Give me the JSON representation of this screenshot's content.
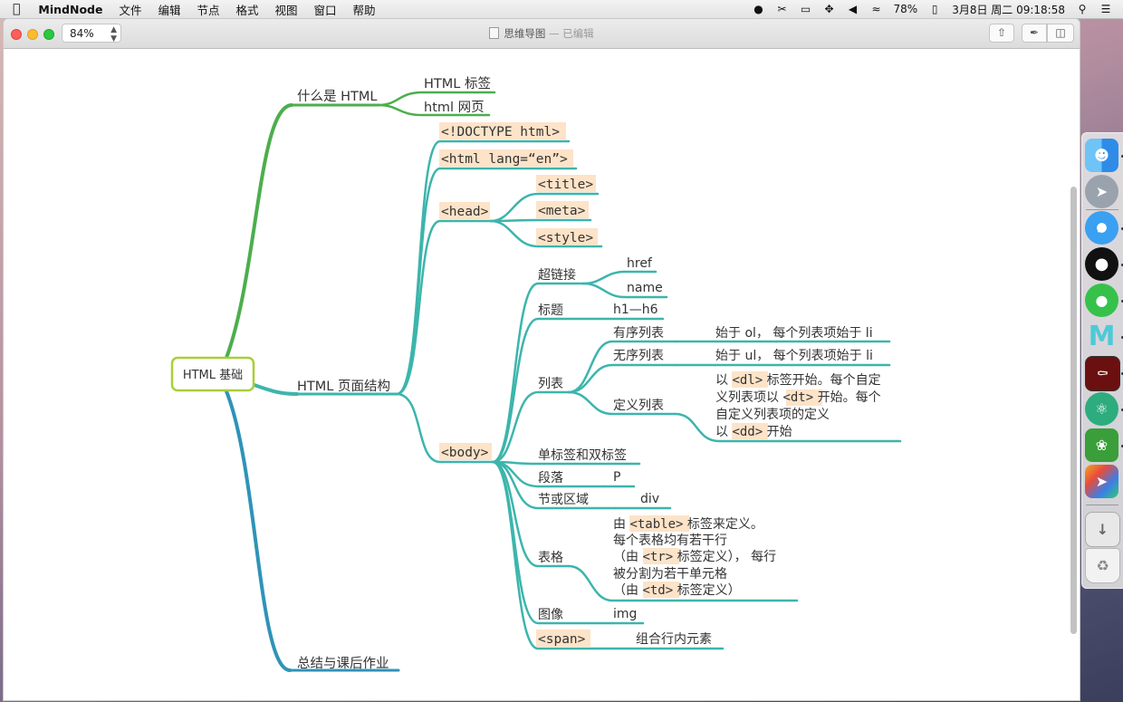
{
  "menubar": {
    "apple": "",
    "app_name": "MindNode",
    "menus": [
      "文件",
      "编辑",
      "节点",
      "格式",
      "视图",
      "窗口",
      "帮助"
    ],
    "battery": "78%",
    "datetime": "3月8日 周二  09:18:58"
  },
  "toolbar": {
    "zoom": "84%",
    "doc_title": "思维导图",
    "doc_status": "— 已编辑"
  },
  "mindmap": {
    "root": "HTML 基础",
    "b1": "什么是 HTML",
    "b1_c1": "HTML 标签",
    "b1_c2": "html 网页",
    "b2": "HTML 页面结构",
    "doctype": "<!DOCTYPE html>",
    "html_lang": "<html lang=“en”>",
    "head": "<head>",
    "title": "<title>",
    "meta": "<meta>",
    "style": "<style>",
    "body": "<body>",
    "hyperlink": "超链接",
    "href": "href",
    "name": "name",
    "heading": "标题",
    "h1h6": "h1—h6",
    "list": "列表",
    "ol": "有序列表",
    "ol_desc": "始于 ol， 每个列表项始于 li",
    "ul": "无序列表",
    "ul_desc": "始于 ul， 每个列表项始于 li",
    "dl": "定义列表",
    "dl_l1a": "以 ",
    "dl_l1b": "<dl>",
    "dl_l1c": " 标签开始。每个自定",
    "dl_l2a": "义列表项以 ",
    "dl_l2b": "<dt>",
    "dl_l2c": " 开始。每个",
    "dl_l3": "自定义列表项的定义",
    "dl_l4a": "以 ",
    "dl_l4b": "<dd>",
    "dl_l4c": " 开始",
    "single_double": "单标签和双标签",
    "paragraph": "段落",
    "p": "P",
    "section": "节或区域",
    "div": "div",
    "table": "表格",
    "tb_l1a": "由 ",
    "tb_l1b": "<table>",
    "tb_l1c": " 标签来定义。",
    "tb_l2": "每个表格均有若干行",
    "tb_l3a": "（由 ",
    "tb_l3b": "<tr>",
    "tb_l3c": " 标签定义）， 每行",
    "tb_l4": "被分割为若干单元格",
    "tb_l5a": "（由 ",
    "tb_l5b": "<td>",
    "tb_l5c": " 标签定义）",
    "image": "图像",
    "img": "img",
    "span": "<span>",
    "span_desc": "组合行内元素",
    "b3": "总结与课后作业"
  },
  "colors": {
    "green_branch": "#4cae4c",
    "teal_branch": "#3cb5ac",
    "blue_branch": "#2f93b8",
    "root_border": "#a8cf38",
    "code_bg": "#fde3c8"
  },
  "dock": [
    "Finder",
    "Launchpad",
    "Safari",
    "QQ",
    "WeChat",
    "MindNode",
    "Acrobat",
    "Atom",
    "Evernote",
    "Maps",
    "Downloads",
    "Trash"
  ]
}
